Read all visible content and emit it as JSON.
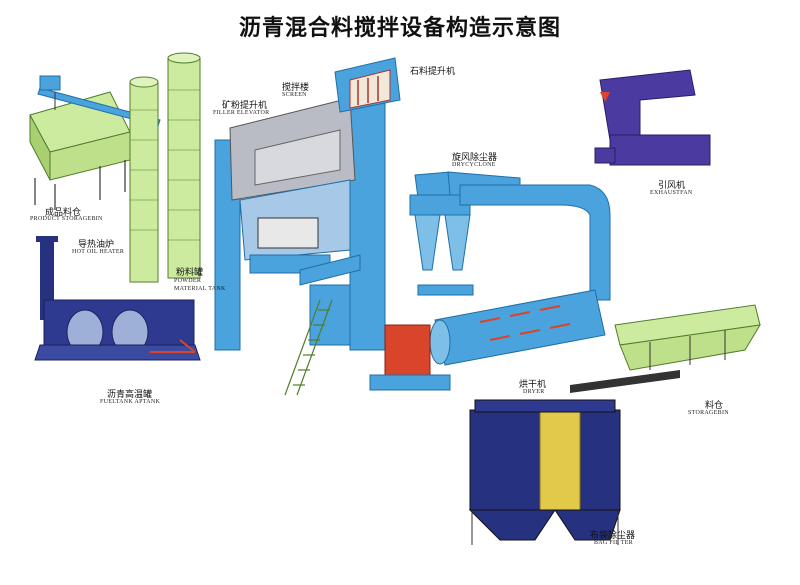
{
  "title": "沥青混合料搅拌设备构造示意图",
  "components": {
    "product_storagebin": {
      "zh": "成品料仓",
      "en": "PRODUCT STORAGEBIN"
    },
    "filler_elevator": {
      "zh": "矿粉提升机",
      "en": "FILLER ELEVATOR"
    },
    "screen": {
      "zh": "搅拌楼",
      "en": "SCREEN"
    },
    "stone_elevator": {
      "zh": "石料提升机",
      "en": ""
    },
    "dry_cyclone": {
      "zh": "旋风除尘器",
      "en": "DRYCYCLONE"
    },
    "exhaust_fan": {
      "zh": "引风机",
      "en": "EXHAUSTFAN"
    },
    "hot_oil_heater": {
      "zh": "导热油炉",
      "en": "HOT OIL HEATER"
    },
    "material_tank": {
      "zh": "粉料罐",
      "en": "POWDER MATERIAL TANK"
    },
    "fueltank": {
      "zh": "沥青高温罐",
      "en": "FUELTANK APTANK"
    },
    "dryer": {
      "zh": "烘干机",
      "en": "DRYER"
    },
    "storagebin": {
      "zh": "料仓",
      "en": "STORAGEBIN"
    },
    "bag_filter": {
      "zh": "布袋除尘器",
      "en": "BAG FIL TER"
    }
  },
  "colors": {
    "blue": "#4aa3dc",
    "blue_dark": "#1f6fa8",
    "green": "#cdeb9f",
    "green_dark": "#4f7d2a",
    "navy": "#26317f",
    "purple": "#4b3aa0",
    "red": "#d8452a",
    "yellow": "#e3c94a",
    "grey": "#c9c9c9"
  }
}
